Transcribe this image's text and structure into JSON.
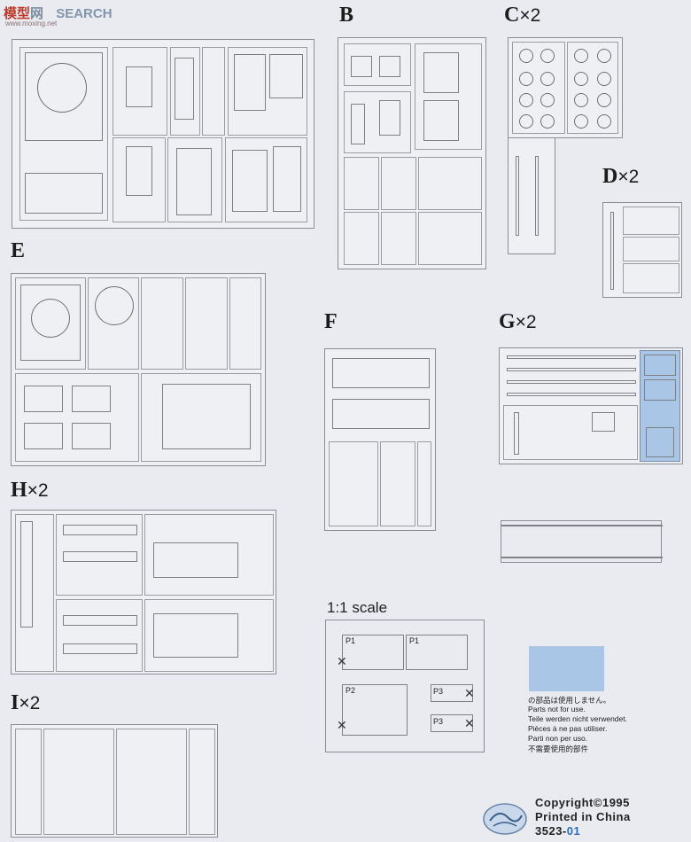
{
  "watermark": {
    "left": "模型",
    "right": "网",
    "brand": "SEARCH",
    "sub": "www.moxing.net"
  },
  "sprues": {
    "B": {
      "letter": "B",
      "mult": ""
    },
    "C": {
      "letter": "C",
      "mult": "×2"
    },
    "D": {
      "letter": "D",
      "mult": "×2"
    },
    "E": {
      "letter": "E",
      "mult": ""
    },
    "F": {
      "letter": "F",
      "mult": ""
    },
    "G": {
      "letter": "G",
      "mult": "×2"
    },
    "H": {
      "letter": "H",
      "mult": "×2"
    },
    "I": {
      "letter": "I",
      "mult": "×2"
    }
  },
  "scale": {
    "title": "1:1 scale",
    "p1a": "P1",
    "p1b": "P1",
    "p2": "P2",
    "p3a": "P3",
    "p3b": "P3"
  },
  "notice": {
    "jp": "の部品は使用しません。",
    "de": "Teile werden nicht verwendet.",
    "en": "Parts not for use.",
    "fr": "Pièces à ne pas utiliser.",
    "it": "Parti non per uso.",
    "cn": "不需要使用的部件",
    "color": "#a9c6e6"
  },
  "footer": {
    "copyright": "Copyright©1995",
    "printed": "Printed in China",
    "code": "3523-",
    "code_suffix": "01",
    "suffix_color": "#2a6fb8"
  }
}
